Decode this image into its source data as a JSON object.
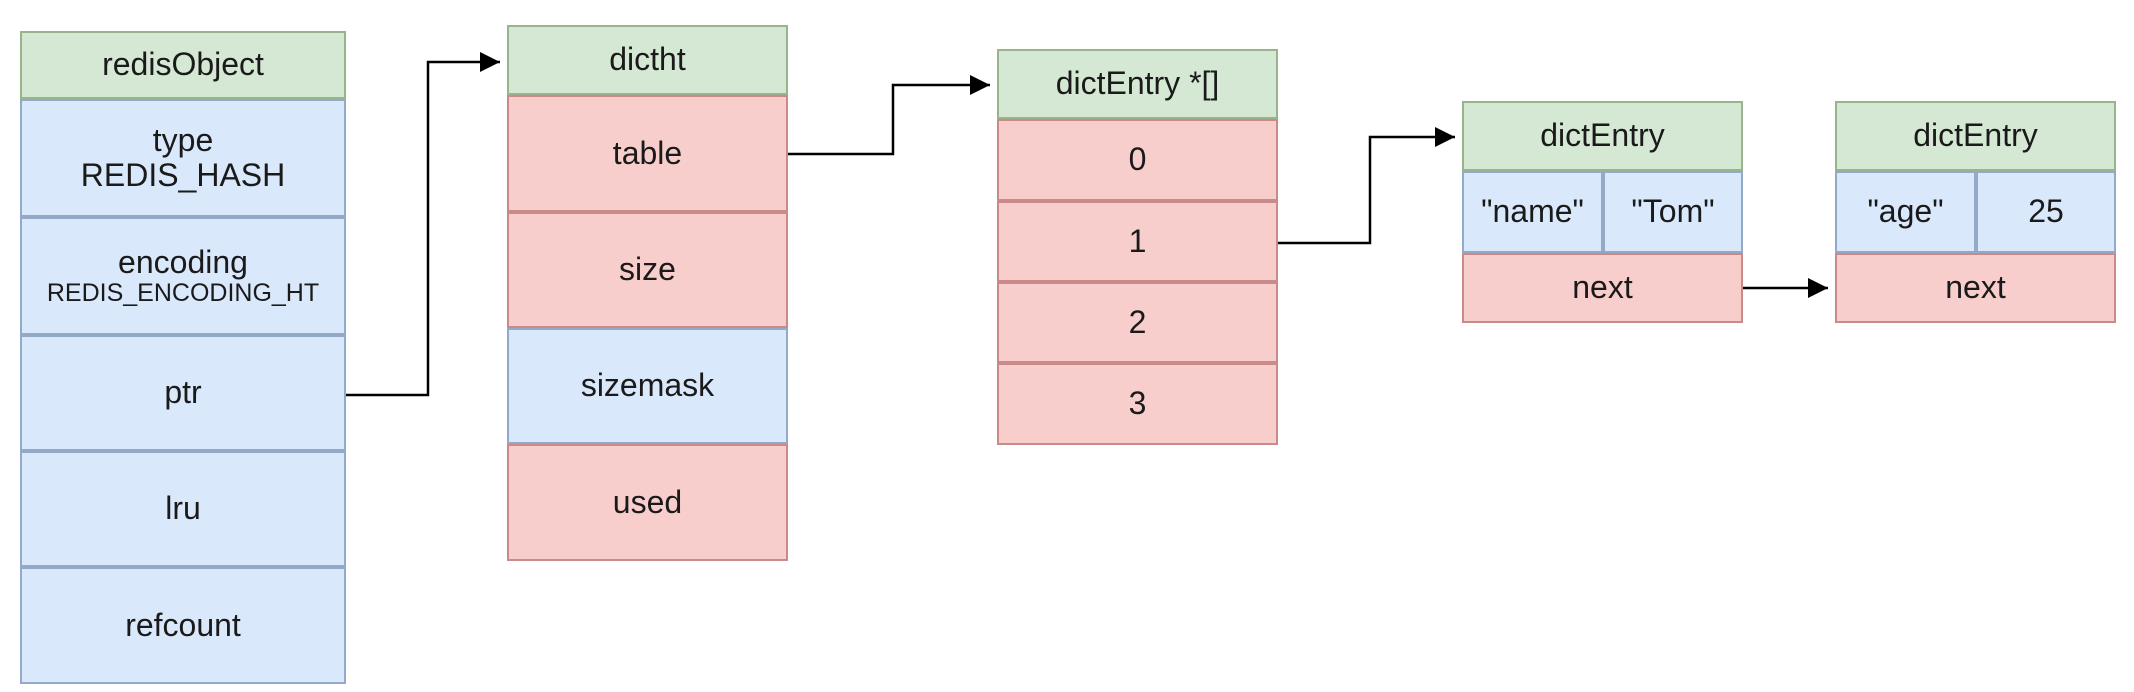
{
  "redisObject": {
    "header": "redisObject",
    "type_label": "type",
    "type_value": "REDIS_HASH",
    "encoding_label": "encoding",
    "encoding_value": "REDIS_ENCODING_HT",
    "ptr": "ptr",
    "lru": "lru",
    "refcount": "refcount"
  },
  "dictht": {
    "header": "dictht",
    "table": "table",
    "size": "size",
    "sizemask": "sizemask",
    "used": "used"
  },
  "dictEntryArray": {
    "header": "dictEntry *[]",
    "slots": [
      "0",
      "1",
      "2",
      "3"
    ]
  },
  "entry1": {
    "header": "dictEntry",
    "key": "\"name\"",
    "value": "\"Tom\"",
    "next": "next"
  },
  "entry2": {
    "header": "dictEntry",
    "key": "\"age\"",
    "value": "25",
    "next": "next"
  },
  "colors": {
    "header_fill": "#d5e8d4",
    "blue_fill": "#dae8fc",
    "red_fill": "#f8cecc",
    "arrow": "#000000"
  }
}
